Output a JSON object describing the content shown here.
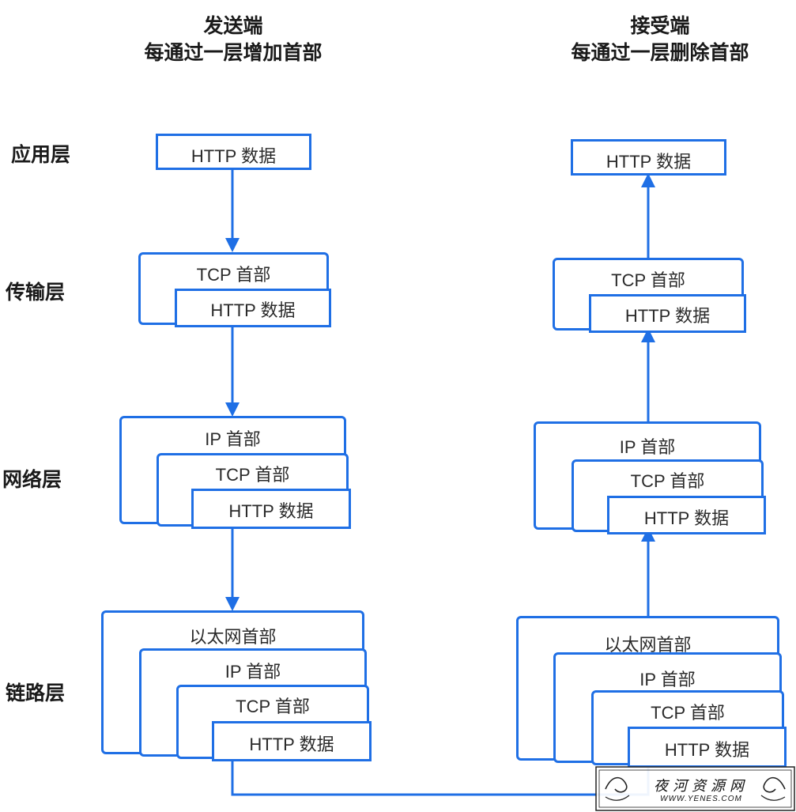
{
  "headers": {
    "sender_title": "发送端",
    "sender_subtitle": "每通过一层增加首部",
    "receiver_title": "接受端",
    "receiver_subtitle": "每通过一层删除首部"
  },
  "layers": {
    "application": "应用层",
    "transport": "传输层",
    "network": "网络层",
    "link": "链路层"
  },
  "segments": {
    "http_data": "HTTP 数据",
    "tcp_header": "TCP 首部",
    "ip_header": "IP 首部",
    "ethernet_header": "以太网首部"
  },
  "watermark": {
    "name": "夜河资源网",
    "url": "WWW.YENES.COM"
  },
  "colors": {
    "accent": "#1f6fe5",
    "text": "#2a2a2a"
  }
}
